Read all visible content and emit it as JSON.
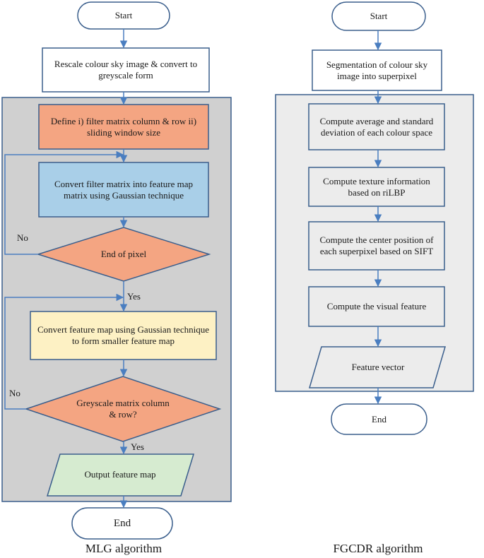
{
  "mlg": {
    "start": "Start",
    "step_rescale": "Rescale colour sky image & convert to greyscale form",
    "step_define": "Define i) filter matrix  column & row ii) sliding window size",
    "step_convert_filter": "Convert filter matrix into feature map matrix using Gaussian technique",
    "decision_end_pixel": "End of pixel",
    "step_convert_feature": "Convert feature map using Gaussian technique  to form smaller feature map",
    "decision_greyscale": "Greyscale matrix column & row?",
    "output": "Output feature map",
    "end": "End",
    "yes1": "Yes",
    "no1": "No",
    "yes2": "Yes",
    "no2": "No",
    "caption": "MLG algorithm"
  },
  "fgcdr": {
    "start": "Start",
    "step_segment": "Segmentation of colour sky image into superpixel",
    "step_avg": "Compute average and standard deviation of each colour space",
    "step_texture": "Compute texture information based on riLBP",
    "step_center": "Compute the center position of each superpixel based on SIFT",
    "step_visual": "Compute the visual feature",
    "output": "Feature vector",
    "end": "End",
    "caption": "FGCDR algorithm"
  },
  "colors": {
    "outline": "#3a5e8c",
    "arrow": "#4a7ec0",
    "panel_left": "#d0d0d0",
    "panel_right": "#ececec",
    "orange": "#f4a582",
    "blue": "#a9cfe8",
    "yellow": "#fdf1c4",
    "green": "#d6ebd0"
  }
}
